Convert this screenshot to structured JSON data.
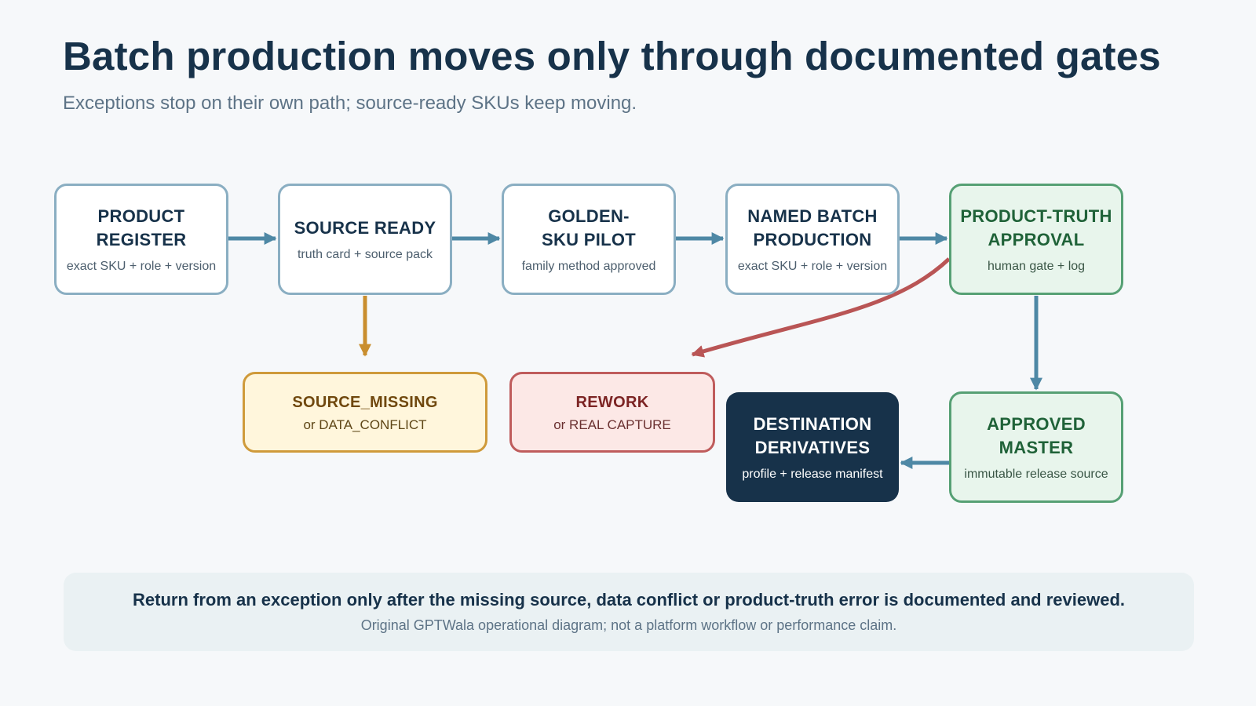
{
  "title": "Batch production moves only through documented gates",
  "subtitle": "Exceptions stop on their own path; source-ready SKUs keep moving.",
  "colors": {
    "flow_arrow": "#4e88a5",
    "exception_amber": "#c98e2e",
    "exception_red": "#b95555",
    "approval_green": "#56a074",
    "dark_node": "#17324a"
  },
  "nodes": {
    "product_register": {
      "label": "PRODUCT REGISTER",
      "sub": "exact SKU + role + version"
    },
    "source_ready": {
      "label": "SOURCE READY",
      "sub": "truth card + source pack"
    },
    "golden_sku_pilot": {
      "label": "GOLDEN-SKU PILOT",
      "sub": "family method approved"
    },
    "named_batch_production": {
      "label": "NAMED BATCH PRODUCTION",
      "sub": "exact SKU + role + version"
    },
    "product_truth_approval": {
      "label": "PRODUCT-TRUTH APPROVAL",
      "sub": "human gate + log"
    },
    "source_missing": {
      "label": "SOURCE_MISSING",
      "sub": "or DATA_CONFLICT"
    },
    "rework": {
      "label": "REWORK",
      "sub": "or REAL CAPTURE"
    },
    "destination_derivatives": {
      "label": "DESTINATION DERIVATIVES",
      "sub": "profile + release manifest"
    },
    "approved_master": {
      "label": "APPROVED MASTER",
      "sub": "immutable release source"
    }
  },
  "footer": {
    "main": "Return from an exception only after the missing source, data conflict or product-truth error is documented and reviewed.",
    "note": "Original GPTWala operational diagram; not a platform workflow or performance claim."
  }
}
